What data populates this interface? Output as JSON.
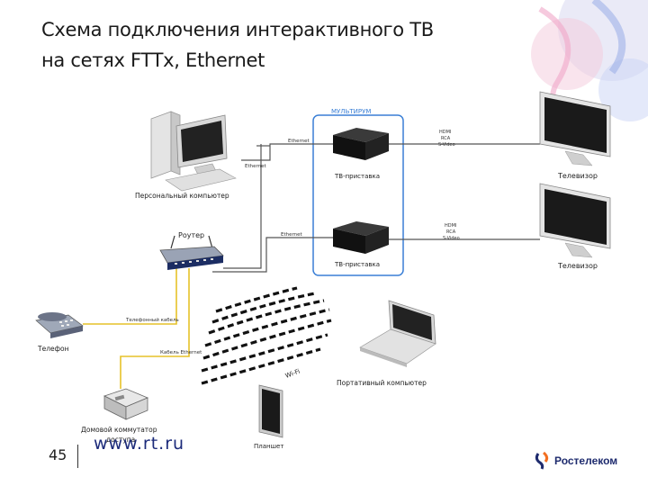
{
  "title": {
    "line1": "Схема подключения интерактивного ТВ",
    "line2": "на сетях  FTTx, Ethernet"
  },
  "labels": {
    "multiroom": "МУЛЬТИРУМ",
    "pc": "Персональный компьютер",
    "router": "Роутер",
    "stb1": "ТВ-приставка",
    "stb2": "ТВ-приставка",
    "tv1": "Телевизор",
    "tv2": "Телевизор",
    "phone": "Телефон",
    "laptop": "Портативный компьютер",
    "tablet": "Планшет",
    "switch_line1": "Домовой коммутатор",
    "switch_line2": "доступа",
    "ethernet_pc": "Ethernet",
    "ethernet_stb1": "Ethernet",
    "ethernet_stb2": "Ethernet",
    "phone_cable": "Телефонный кабель",
    "ethernet_cable": "Кабель Ethernet",
    "wifi": "Wi-Fi",
    "tv1_ports": [
      "HDMI",
      "RCA",
      "S-Video"
    ],
    "tv2_ports": [
      "HDMI",
      "RCA",
      "S-Video"
    ]
  },
  "footer": {
    "page_number": "45",
    "url": "www.rt.ru",
    "logo_text": "Ростелеком"
  },
  "colors": {
    "multiroom_frame": "#3a7fd6",
    "cable_ethernet": "#555555",
    "cable_yellow": "#e6c229",
    "accent_blue": "#1e2b6e",
    "accent_orange": "#f26f21"
  }
}
